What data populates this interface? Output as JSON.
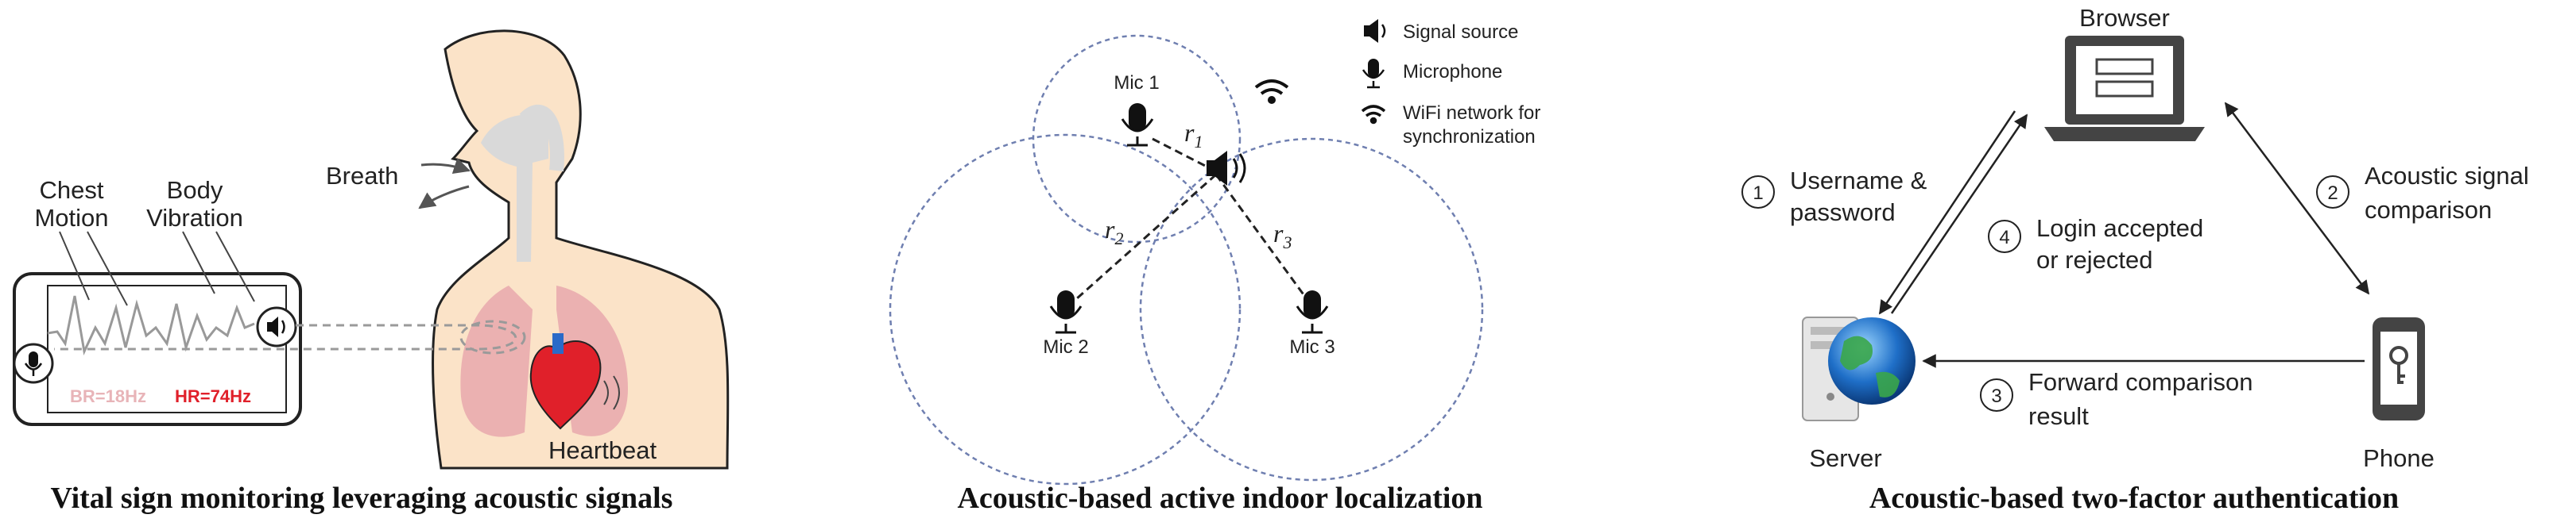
{
  "panel1": {
    "caption": "Vital sign monitoring leveraging acoustic signals",
    "breath": "Breath",
    "chest_line1": "Chest",
    "chest_line2": "Motion",
    "body_line1": "Body",
    "body_line2": "Vibration",
    "heartbeat": "Heartbeat",
    "br": "BR=18Hz",
    "hr": "HR=74Hz",
    "colors": {
      "br": "#e8b4b8",
      "hr": "#e0202a",
      "lung": "#e7a8ad",
      "body": "#fbe3c8",
      "airway": "#d9d9d9"
    }
  },
  "panel2": {
    "caption": "Acoustic-based active indoor localization",
    "mic1": "Mic 1",
    "mic2": "Mic 2",
    "mic3": "Mic 3",
    "r1": "r1",
    "r2": "r2",
    "r3": "r3",
    "legend": {
      "signal_source": "Signal source",
      "microphone": "Microphone",
      "wifi_line1": "WiFi network for",
      "wifi_line2": "synchronization"
    },
    "colors": {
      "circle": "#6f7fb0"
    }
  },
  "panel3": {
    "caption": "Acoustic-based two-factor authentication",
    "browser": "Browser",
    "server": "Server",
    "phone": "Phone",
    "step1_num": "1",
    "step1_line1": "Username &",
    "step1_line2": "password",
    "step2_num": "2",
    "step2_line1": "Acoustic signal",
    "step2_line2": "comparison",
    "step3_num": "3",
    "step3_line1": "Forward comparison",
    "step3_line2": "result",
    "step4_num": "4",
    "step4_line1": "Login accepted",
    "step4_line2": "or rejected"
  }
}
